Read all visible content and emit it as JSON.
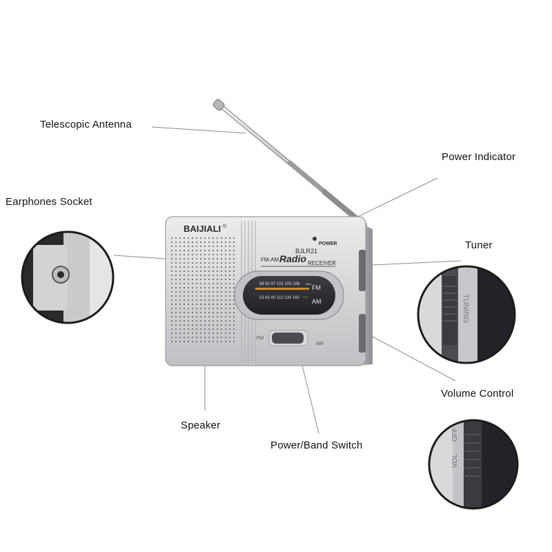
{
  "labels": {
    "telescopic_antenna": "Telescopic Antenna",
    "power_indicator": "Power Indicator",
    "earphones_socket": "Earphones Socket",
    "tuner": "Tuner",
    "volume_control": "Volume Control",
    "speaker": "Speaker",
    "power_band_switch": "Power/Band Switch"
  },
  "radio": {
    "brand": "BAIJIALI",
    "brand_mark": "®",
    "model": "BJLR21",
    "power_text": "POWER",
    "fm_am_text": "FM-AM",
    "radio_script": "Radio",
    "receiver_text": "RECEIVER",
    "fm_scale": "88  92  97  101  105  108",
    "am_scale": "53  63  80  110  130  160",
    "fm_scale_unit": "MHz",
    "am_scale_unit": "KHz",
    "fm_band": "FM",
    "am_band": "AM",
    "switch_fm": "FM",
    "switch_am": "AM",
    "tuning_text": "TUNING",
    "volume_text": "VOL",
    "off_text": "OFF"
  },
  "colors": {
    "body_silver": "#c9cacc",
    "body_light": "#e6e7e9",
    "dial_dark": "#2c2e33",
    "scale_accent": "#d08a2c",
    "leader_line": "#8a8a8a"
  }
}
